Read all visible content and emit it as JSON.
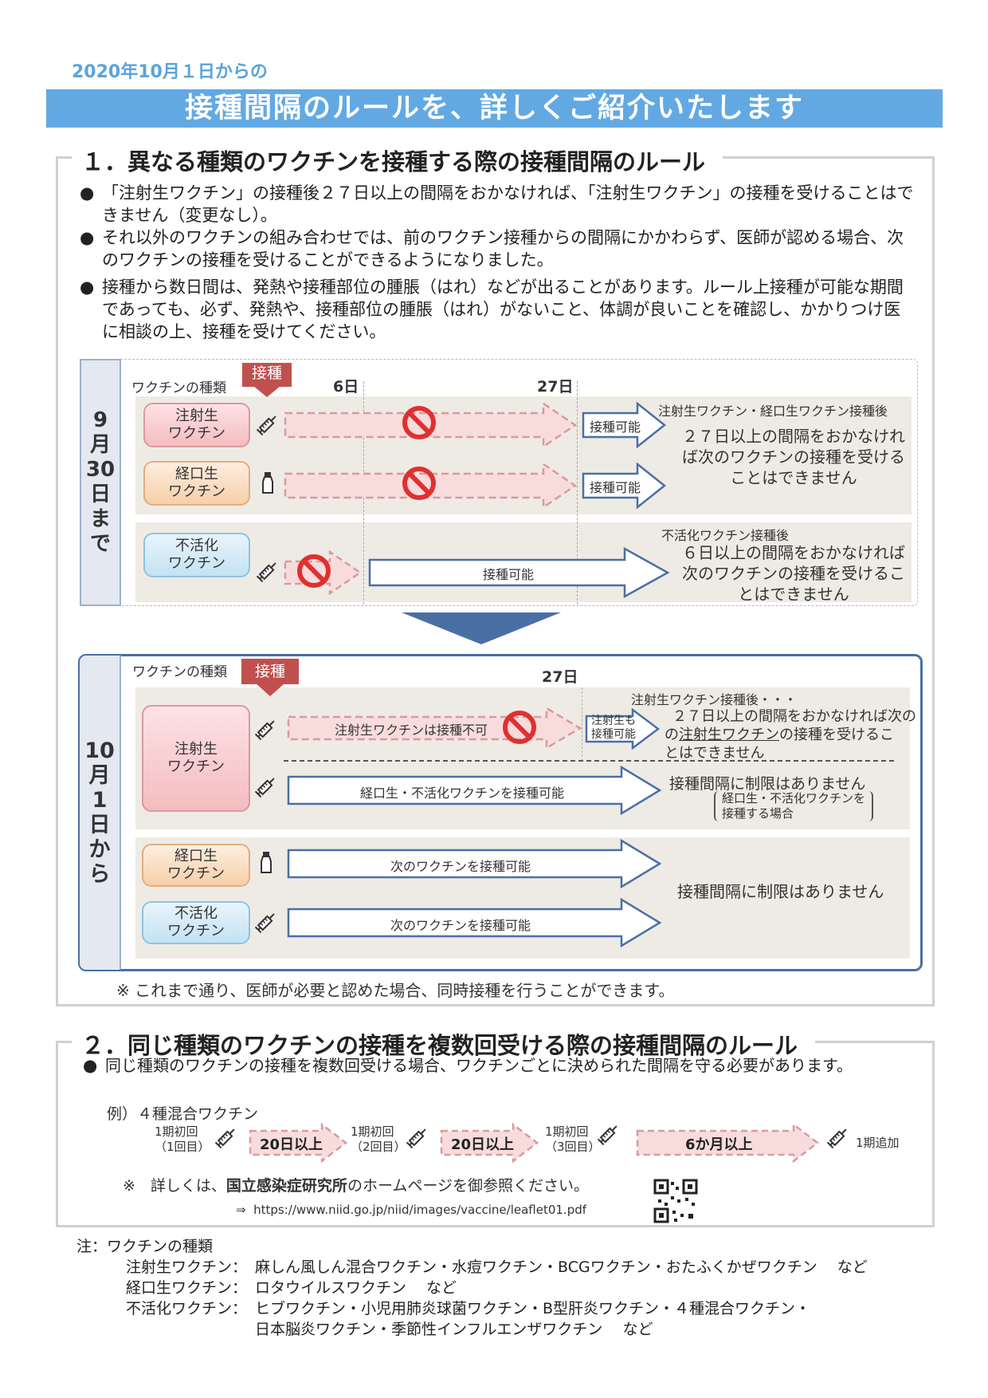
{
  "header": {
    "date_line": "2020年10月１日からの",
    "banner": "接種間隔のルールを、詳しくご紹介いたします"
  },
  "section1": {
    "title": "１．異なる種類のワクチンを接種する際の接種間隔のルール",
    "bullets": [
      "「注射生ワクチン」の接種後２７日以上の間隔をおかなければ、「注射生ワクチン」の接種を受けることはできません（変更なし）。",
      "それ以外のワクチンの組み合わせでは、前のワクチン接種からの間隔にかかわらず、医師が認める場合、次のワクチンの接種を受けることができるようになりました。",
      "接種から数日間は、発熱や接種部位の腫脹（はれ）などが出ることがあります。ルール上接種が可能な期間であっても、必ず、発熱や、接種部位の腫脹（はれ）がないこと、体調が良いことを確認し、かかりつけ医に相談の上、接種を受けてください。"
    ],
    "bullet_mark": "●",
    "before": {
      "side_label": "9\n月\n30\n日\nまで",
      "vaccine_type_label": "ワクチンの種類",
      "inoculation_badge": "接種",
      "day6": "6日",
      "day27": "27日",
      "pills": [
        "注射生\nワクチン",
        "経口生\nワクチン",
        "不活化\nワクチン"
      ],
      "possible": "接種可能",
      "note_live_title": "注射生ワクチン・経口生ワクチン接種後",
      "note_live_body": "２７日以上の間隔をおかなければ次のワクチンの接種を受けることはできません",
      "note_inact_title": "不活化ワクチン接種後",
      "note_inact_body": "６日以上の間隔をおかなければ次のワクチンの接種を受けることはできません"
    },
    "after": {
      "side_label": "10\n月\n1\n日\nから",
      "vaccine_type_label": "ワクチンの種類",
      "inoculation_badge": "接種",
      "day27": "27日",
      "pills": [
        "注射生\nワクチン",
        "経口生\nワクチン",
        "不活化\nワクチン"
      ],
      "arrow_not_allowed": "注射生ワクチンは接種不可",
      "small_arrow": "注射生も\n接種可能",
      "note_injlive_title": "注射生ワクチン接種後・・・",
      "note_injlive_body_1": "２７日以上の間隔をおかなければ次の",
      "note_injlive_body_2_underlined": "注射生ワクチン",
      "note_injlive_body_2_prefix": "の",
      "note_injlive_body_2_suffix": "の接種を受けるこ",
      "note_injlive_body_3": "とはできません",
      "arrow_oral_inact": "経口生・不活化ワクチンを接種可能",
      "no_limit": "接種間隔に制限はありません",
      "bracket_note": "経口生・不活化ワクチンを\n接種する場合",
      "arrow_next": "次のワクチンを接種可能",
      "no_limit_2": "接種間隔に制限はありません"
    },
    "simultaneous_note": "※ これまで通り、医師が必要と認めた場合、同時接種を行うことができます。"
  },
  "section2": {
    "title": "２．同じ種類のワクチンの接種を複数回受ける際の接種間隔のルール",
    "bullet": "同じ種類のワクチンの接種を複数回受ける場合、ワクチンごとに決められた間隔を守る必要があります。",
    "example_label": "例）４種混合ワクチン",
    "steps": [
      "1期初回\n（1回目）",
      "1期初回\n（2回目）",
      "1期初回\n（3回目）",
      "1期追加"
    ],
    "intervals": [
      "20日以上",
      "20日以上",
      "6か月以上"
    ],
    "detail_prefix": "※　詳しくは、",
    "detail_bold": "国立感染症研究所",
    "detail_suffix": "のホームページを御参照ください。",
    "url_arrow": "⇒",
    "url": "https://www.niid.go.jp/niid/images/vaccine/leaflet01.pdf"
  },
  "notes": {
    "title": "注：ワクチンの種類",
    "rows": [
      {
        "label": "注射生ワクチン：",
        "value": "麻しん風しん混合ワクチン・水痘ワクチン・BCGワクチン・おたふくかぜワクチン　 など"
      },
      {
        "label": "経口生ワクチン：",
        "value": "ロタウイルスワクチン　 など"
      },
      {
        "label": "不活化ワクチン：",
        "value": "ヒブワクチン・小児用肺炎球菌ワクチン・B型肝炎ワクチン・４種混合ワクチン・"
      },
      {
        "label": "",
        "value": "日本脳炎ワクチン・季節性インフルエンザワクチン　 など"
      }
    ]
  },
  "colors": {
    "banner": "#62a9e3",
    "date": "#5aa4d9",
    "badge": "#c0504d",
    "prohibit": "#e03030",
    "arrow_dark": "#4a6fa5"
  }
}
